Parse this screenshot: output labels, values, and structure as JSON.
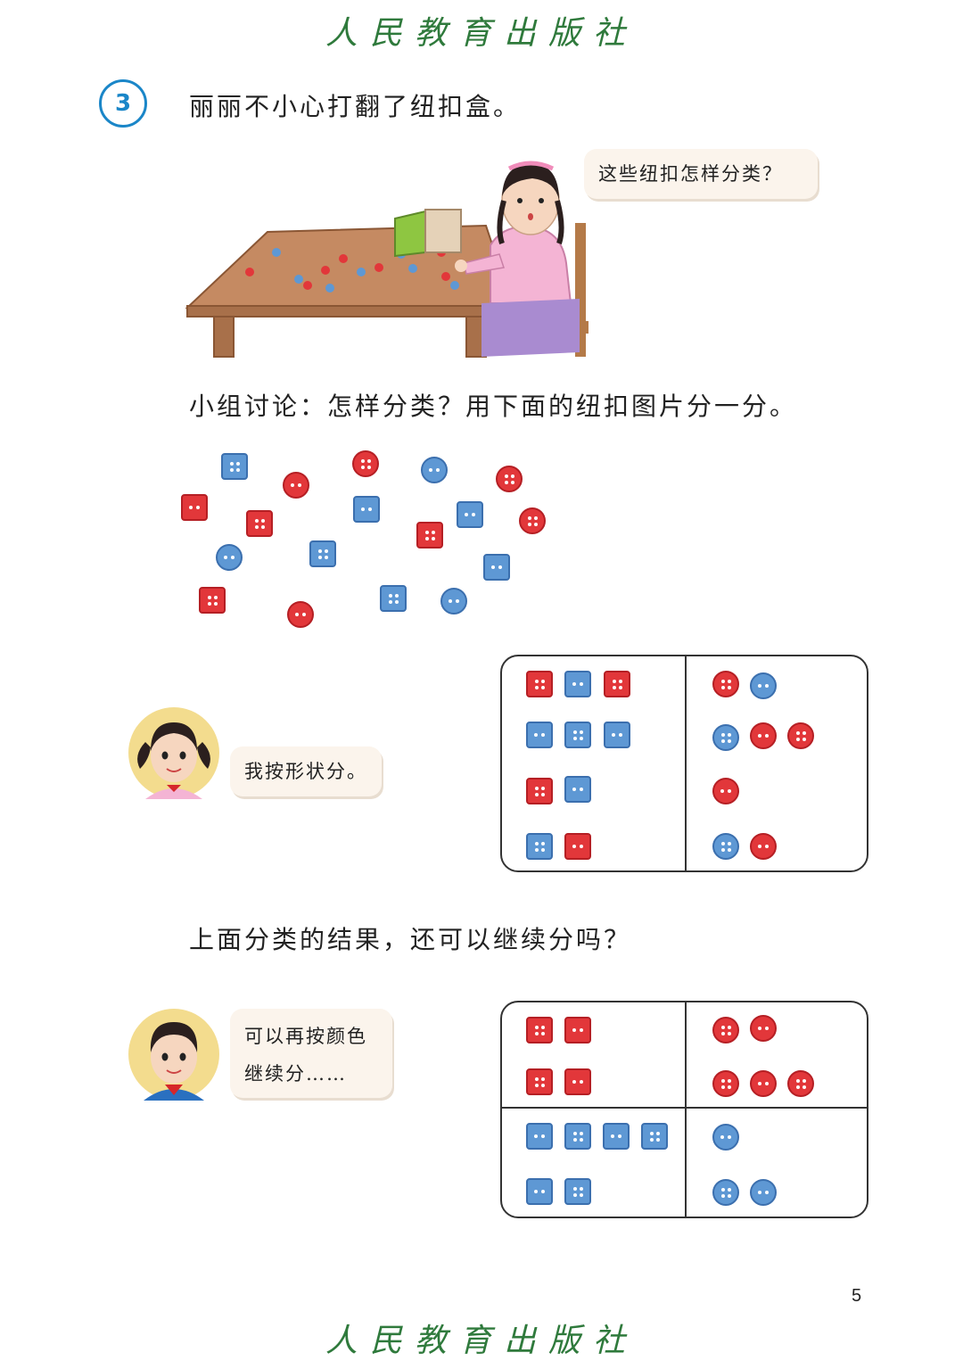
{
  "header": {
    "publisher": "人民教育出版社"
  },
  "footer": {
    "publisher": "人民教育出版社",
    "page_number": "5"
  },
  "problem": {
    "number": "3",
    "statement": "丽丽不小心打翻了纽扣盒。",
    "girl_speech": "这些纽扣怎样分类？",
    "discussion": "小组讨论：怎样分类？用下面的纽扣图片分一分。",
    "girl2_speech": "我按形状分。",
    "question2": "上面分类的结果，还可以继续分吗？",
    "boy_speech_line1": "可以再按颜色",
    "boy_speech_line2": "继续分……"
  },
  "colors": {
    "red": "#e2373a",
    "blue": "#5e98d4",
    "accent": "#1a86c8",
    "publisher_green": "#2f7a3c"
  },
  "icons": [
    "girl-at-table-illustration",
    "girl-avatar",
    "boy-avatar",
    "square-button-icon",
    "round-button-icon"
  ]
}
